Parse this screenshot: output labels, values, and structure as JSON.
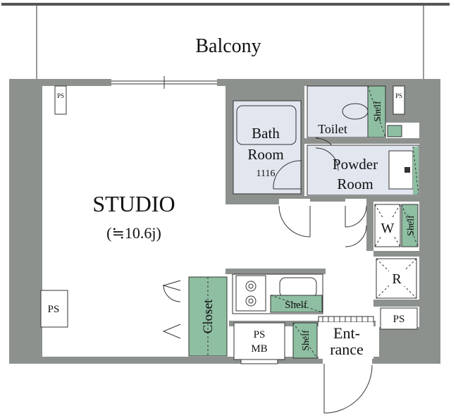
{
  "labels": {
    "balcony": "Balcony",
    "studio": "STUDIO",
    "studio_area": "(≒10.6j)",
    "bath_line1": "Bath",
    "bath_line2": "Room",
    "bath_size": "1116",
    "toilet": "Toilet",
    "shelf_toilet": "Shelf",
    "powder_line1": "Powder",
    "powder_line2": "Room",
    "washer": "W",
    "shelf_washer": "Shelf",
    "refrigerator": "R",
    "shelf_kitchen": "Shelf",
    "closet": "Closet",
    "ps_mb_line1": "PS",
    "ps_mb_line2": "MB",
    "shelf_entrance": "Shelf",
    "entrance_line1": "Ent-",
    "entrance_line2": "rance",
    "ps_top_left": "PS",
    "ps_top_right": "PS",
    "ps_left": "PS",
    "ps_right": "PS"
  },
  "colors": {
    "wall": "#8c918e",
    "wet_area": "#e2e6ef",
    "shelf": "#8fbfa3"
  }
}
